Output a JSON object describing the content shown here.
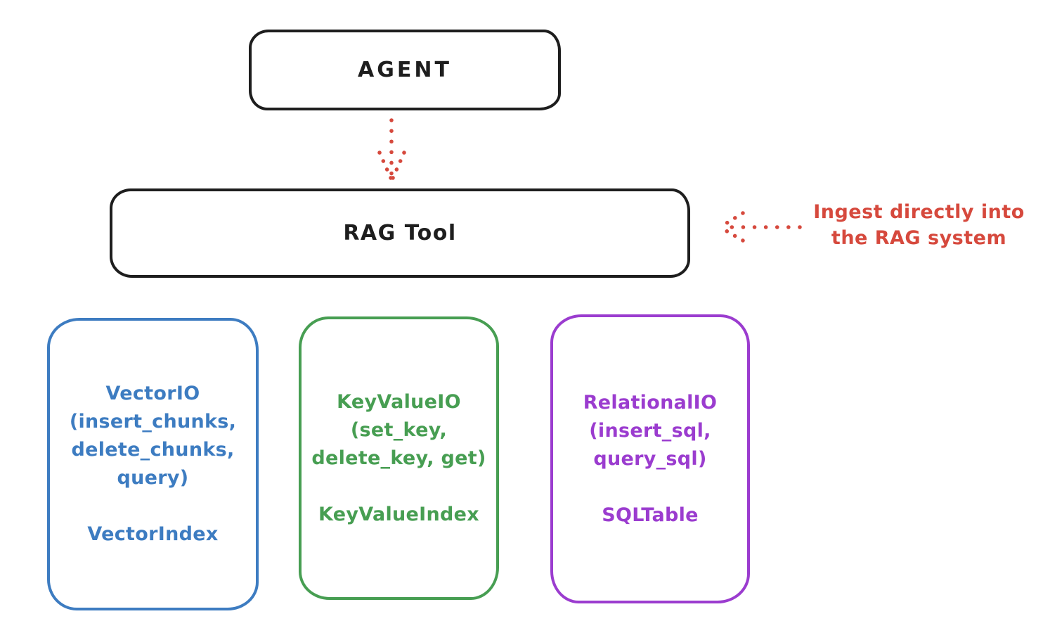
{
  "colors": {
    "stroke_black": "#1e1e1e",
    "arrow_red": "#d6493d",
    "vector_blue": "#3d7cc1",
    "keyvalue_green": "#479e52",
    "relational_purple": "#9b3ccf"
  },
  "nodes": {
    "agent": {
      "label": "AGENT"
    },
    "rag_tool": {
      "label": "RAG Tool"
    }
  },
  "annotation": {
    "line1": "Ingest directly into",
    "line2": "the RAG system"
  },
  "io_boxes": [
    {
      "name": "VectorIO",
      "lines": [
        "VectorIO",
        "(insert_chunks,",
        "delete_chunks,",
        "query)"
      ],
      "index_label": "VectorIndex",
      "color": "#3d7cc1"
    },
    {
      "name": "KeyValueIO",
      "lines": [
        "KeyValueIO",
        "(set_key,",
        "delete_key, get)"
      ],
      "index_label": "KeyValueIndex",
      "color": "#479e52"
    },
    {
      "name": "RelationalIO",
      "lines": [
        "RelationalIO",
        "(insert_sql,",
        "query_sql)"
      ],
      "index_label": "SQLTable",
      "color": "#9b3ccf"
    }
  ]
}
